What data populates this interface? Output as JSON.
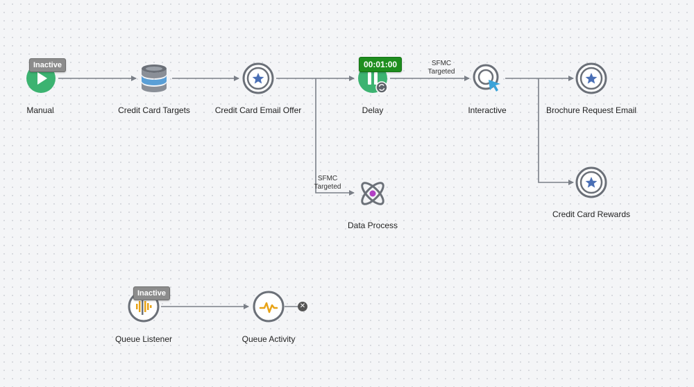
{
  "canvas": {
    "background": "#f4f5f7",
    "connector_color": "#7a7f87"
  },
  "nodes": {
    "manual": {
      "label": "Manual",
      "badge": "Inactive",
      "icon": "play-icon",
      "color": "#3cb371"
    },
    "credit_card_targets": {
      "label": "Credit Card Targets",
      "icon": "database-icon",
      "color": "#5a9fd6"
    },
    "credit_card_email_offer": {
      "label": "Credit Card Email Offer",
      "icon": "email-star-icon",
      "color": "#4a6fb5"
    },
    "delay": {
      "label": "Delay",
      "badge": "00:01:00",
      "icon": "pause-icon",
      "color": "#3cb371"
    },
    "interactive": {
      "label": "Interactive",
      "icon": "interactive-cursor-icon",
      "color": "#3aa3d9"
    },
    "brochure_request_email": {
      "label": "Brochure Request Email",
      "icon": "email-star-icon"
    },
    "credit_card_rewards": {
      "label": "Credit Card Rewards",
      "icon": "email-star-icon"
    },
    "data_process": {
      "label": "Data Process",
      "icon": "atom-icon",
      "color": "#b23fc4"
    },
    "queue_listener": {
      "label": "Queue Listener",
      "badge": "Inactive",
      "icon": "sound-wave-icon",
      "color": "#e8a317"
    },
    "queue_activity": {
      "label": "Queue Activity",
      "icon": "pulse-icon",
      "color": "#e8a317"
    }
  },
  "edges": {
    "delay_to_interactive": {
      "line1": "SFMC",
      "line2": "Targeted"
    },
    "offer_to_data_process": {
      "line1": "SFMC",
      "line2": "Targeted"
    }
  },
  "end_marker": "✕"
}
